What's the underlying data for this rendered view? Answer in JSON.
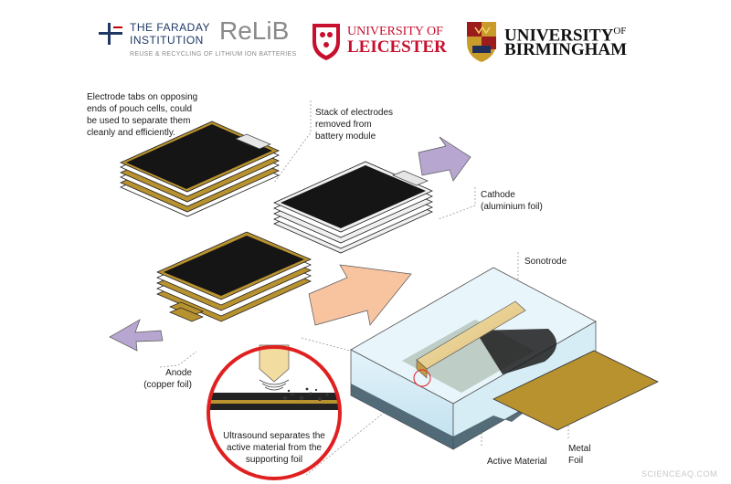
{
  "header": {
    "faraday_line1": "THE FARADAY",
    "faraday_line2": "INSTITUTION",
    "relib_name": "ReLiB",
    "relib_tagline": "REUSE & RECYCLING OF LITHIUM ION BATTERIES",
    "leicester_line1": "UNIVERSITY OF",
    "leicester_line2": "LEICESTER",
    "birmingham_line1_a": "UNIVERSITY",
    "birmingham_line1_b": "OF",
    "birmingham_line2": "BIRMINGHAM"
  },
  "labels": {
    "electrode_tabs": "Electrode tabs on opposing\nends of pouch cells, could\nbe used to separate them\ncleanly and efficiently.",
    "stack": "Stack of electrodes\nremoved from\nbattery module",
    "cathode": "Cathode\n(aluminium foil)",
    "sonotrode": "Sonotrode",
    "anode": "Anode\n(copper foil)",
    "ultrasound": "Ultrasound separates the\nactive material from the\nsupporting foil",
    "active_material": "Active Material",
    "metal_foil": "Metal\nFoil"
  },
  "watermark": "SCIENCEAQ.COM",
  "colors": {
    "faraday_blue": "#1f3864",
    "faraday_red": "#c00000",
    "leicester_red": "#c8102e",
    "copper": "#b8922f",
    "cathode_edge": "#f0f0f0",
    "arrow_purple": "#b7a6cf",
    "arrow_peach": "#f8c4a0",
    "water": "#cfe8f4",
    "sonotrode": "#f3dc9f",
    "magnifier_red": "#e02020"
  },
  "icons": [
    "faraday-cross-icon",
    "leicester-crest-icon",
    "birmingham-crest-icon"
  ]
}
